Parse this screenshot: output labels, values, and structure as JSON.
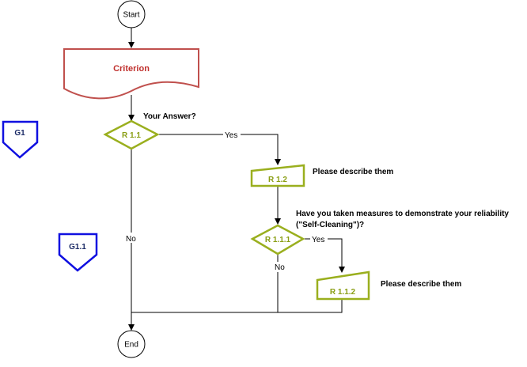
{
  "nodes": {
    "start": "Start",
    "end": "End",
    "criterion": "Criterion",
    "r1_1": "R 1.1",
    "r1_2": "R 1.2",
    "r1_1_1": "R 1.1.1",
    "r1_1_2": "R 1.1.2",
    "g1": "G1",
    "g1_1": "G1.1"
  },
  "labels": {
    "your_answer": "Your Answer?",
    "describe_1": "Please describe them",
    "question_line1": "Have you taken measures to demonstrate your reliability",
    "question_line2": "(\"Self-Cleaning\")?",
    "describe_2": "Please describe them"
  },
  "edges": {
    "yes_1": "Yes",
    "no_1": "No",
    "yes_2": "Yes",
    "no_2": "No"
  },
  "colors": {
    "criterion_stroke": "#c0504d",
    "criterion_text": "#c0302d",
    "decision_stroke": "#9aaf1e",
    "decision_text": "#8a9e14",
    "connector_stroke": "#1010e0",
    "connector_text": "#1a2a66"
  }
}
